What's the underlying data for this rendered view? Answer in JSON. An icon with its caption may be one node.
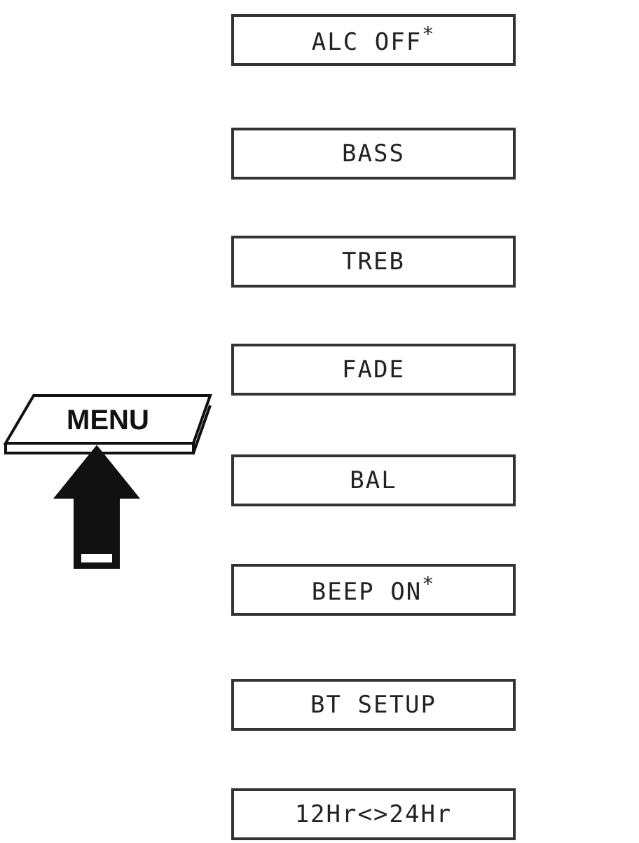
{
  "diagram": {
    "nodes": [
      {
        "text": [
          "ALC OFF$^{*}$"
        ]
      },
      {
        "text": [
          "BASS"
        ]
      },
      {
        "text": [
          "TREB"
        ]
      },
      {
        "text": [
          "FADE"
        ]
      },
      {
        "text": [
          "BAL"
        ]
      },
      {
        "text": [
          "BEEP ON$^{*}$"
        ]
      },
      {
        "text": [
          "BT SETUP"
        ]
      },
      {
        "text": [
          "12Hr<>24Hr"
        ]
      },
      {
        "text": [
          "MENU"
        ]
      }
    ]
  }
}
